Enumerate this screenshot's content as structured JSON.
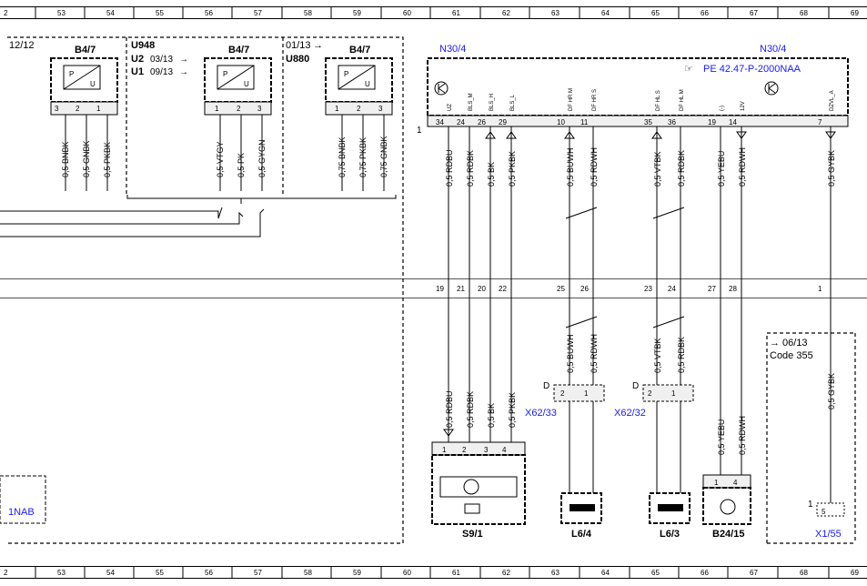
{
  "ruler": {
    "numbers": [
      "2",
      "53",
      "54",
      "55",
      "56",
      "57",
      "58",
      "59",
      "60",
      "61",
      "62",
      "63",
      "64",
      "65",
      "66",
      "67",
      "68",
      "69"
    ]
  },
  "blocks": {
    "b1": {
      "ref": "12/12",
      "name": "B4/7",
      "pins": [
        "3",
        "2",
        "1"
      ],
      "wires": [
        "0,5 BNBK",
        "0,5 GNBK",
        "0,5 PKBK"
      ]
    },
    "b2": {
      "name": "B4/7",
      "u948": "U948",
      "u2": "U2",
      "u2date": "03/13",
      "u1": "U1",
      "u1date": "09/13",
      "pins": [
        "1",
        "2",
        "3"
      ],
      "wires": [
        "0,5 VTGY",
        "0,5 PK",
        "0,5 GYGN"
      ]
    },
    "b3": {
      "ref": "01/13",
      "u880": "U880",
      "name": "B4/7",
      "pins": [
        "1",
        "2",
        "3"
      ],
      "wires": [
        "0,75 BNBK",
        "0,75 PKBK",
        "0,75 GNBK"
      ]
    }
  },
  "n30": {
    "left_label": "N30/4",
    "right_label": "N30/4",
    "pe_ref": "PE 42.47-P-2000NAA",
    "conn": "1",
    "pins": [
      "34",
      "24",
      "26",
      "29",
      "10",
      "11",
      "35",
      "36",
      "19",
      "14",
      "7"
    ],
    "signals": [
      "UZ",
      "BLS_M",
      "BLS_H",
      "BLS_L",
      "DF HR M",
      "DF HR S",
      "DF HL S",
      "DF HL M",
      "(-)",
      "12V",
      "DZVL_A"
    ],
    "wires_upper": [
      "0,5 RDBU",
      "0,5 RDBK",
      "0,5 BK",
      "0,5 PKBK",
      "0,5 BUWH",
      "0,5 RDWH",
      "0,5 VTBK",
      "0,5 RDBK",
      "0,5 YEBU",
      "0,5 RDWH",
      "0,5 GYBK"
    ]
  },
  "bus": {
    "pins": [
      "19",
      "21",
      "20",
      "22",
      "25",
      "26",
      "23",
      "24",
      "27",
      "28",
      "1"
    ]
  },
  "lower": {
    "wires": [
      "0,5 RDBU",
      "0,5 RDBK",
      "0,5 BK",
      "0,5 PKBK",
      "0,5 BUWH",
      "0,5 RDWH",
      "0,5 VTBK",
      "0,5 RDBK",
      "0,5 YEBU",
      "0,5 RDWH",
      "0,5 GYBK"
    ],
    "x62_33": {
      "name": "X62/33",
      "letter": "D",
      "pins": [
        "2",
        "1"
      ]
    },
    "x62_32": {
      "name": "X62/32",
      "letter": "D",
      "pins": [
        "2",
        "1"
      ]
    },
    "s9_1": {
      "name": "S9/1",
      "pins": [
        "1",
        "2",
        "3",
        "4"
      ]
    },
    "l6_4": {
      "name": "L6/4"
    },
    "l6_3": {
      "name": "L6/3"
    },
    "b24_15": {
      "name": "B24/15",
      "pins": [
        "1",
        "4"
      ]
    },
    "code355": {
      "ref": "06/13",
      "code": "Code 355",
      "pin": "1",
      "subpin": "5"
    },
    "x1_55": {
      "name": "X1/55"
    },
    "left_ref": "1NAB"
  }
}
